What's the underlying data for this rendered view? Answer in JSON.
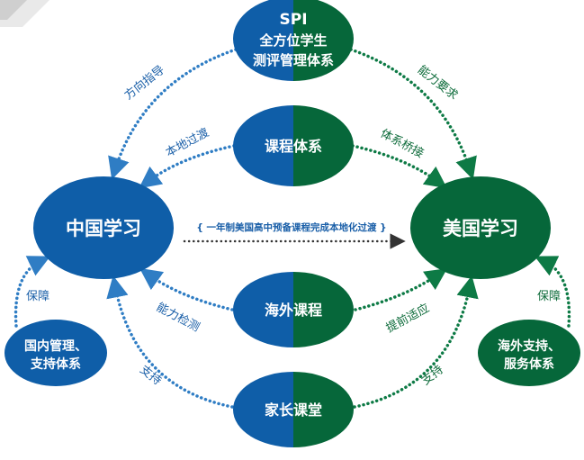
{
  "colors": {
    "blue": "#0f5ea8",
    "green": "#06673a",
    "dots_blue": "#2f7dc4",
    "dots_green": "#0d7a45"
  },
  "nodes": {
    "spi": {
      "line1": "SPI",
      "line2": "全方位学生",
      "line3": "测评管理体系"
    },
    "curriculum": {
      "label": "课程体系"
    },
    "china": {
      "label": "中国学习"
    },
    "usa": {
      "label": "美国学习"
    },
    "overseas": {
      "label": "海外课程"
    },
    "parents": {
      "label": "家长课堂"
    },
    "domestic": {
      "line1": "国内管理、",
      "line2": "支持体系"
    },
    "abroad": {
      "line1": "海外支持、",
      "line2": "服务体系"
    }
  },
  "edges": {
    "direction": "方向指导",
    "ability_req": "能力要求",
    "local_transition": "本地过渡",
    "system_bridge": "体系桥接",
    "center_note": "{ 一年制美国高中预备课程完成本地化过渡 }",
    "ability_test": "能力检测",
    "early_adapt": "提前适应",
    "support_left": "支持",
    "support_right": "支持",
    "guarantee_left": "保障",
    "guarantee_right": "保障"
  }
}
